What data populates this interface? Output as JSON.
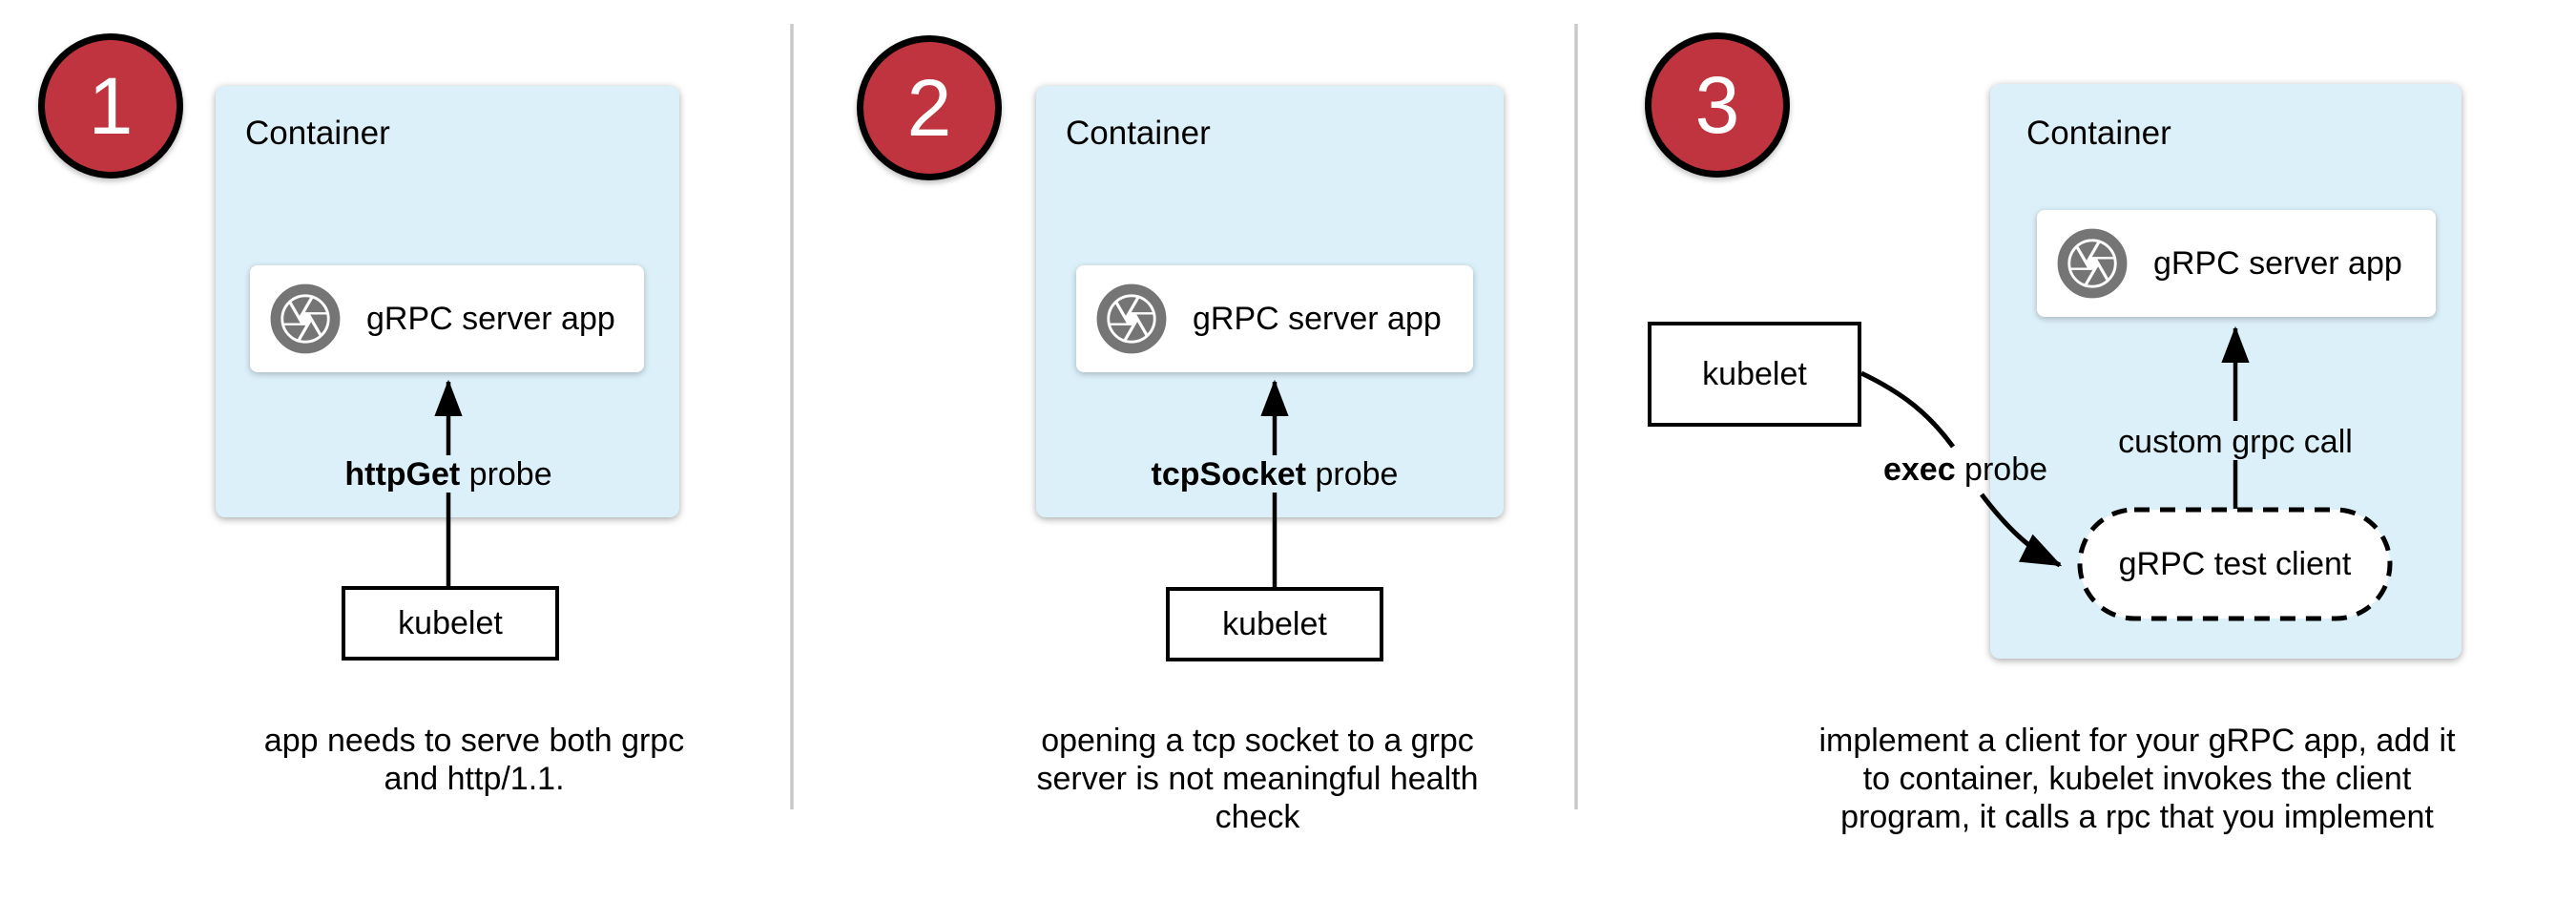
{
  "colors": {
    "container_fill": "#dcf0fa",
    "badge_red": "#c0343f",
    "icon_gray": "#757575",
    "divider_gray": "#c9c9c9"
  },
  "panels": [
    {
      "number": "1",
      "container_label": "Container",
      "app_icon": "aperture-icon",
      "app_label": "gRPC server app",
      "probe_bold": "httpGet",
      "probe_rest": " probe",
      "kubelet_label": "kubelet",
      "caption": "app needs to serve both grpc\nand http/1.1."
    },
    {
      "number": "2",
      "container_label": "Container",
      "app_icon": "aperture-icon",
      "app_label": "gRPC server app",
      "probe_bold": "tcpSocket",
      "probe_rest": " probe",
      "kubelet_label": "kubelet",
      "caption": "opening a tcp socket to a grpc\nserver is not meaningful health\ncheck"
    },
    {
      "number": "3",
      "container_label": "Container",
      "app_icon": "aperture-icon",
      "app_label": "gRPC server app",
      "probe_bold": "exec",
      "probe_rest": " probe",
      "kubelet_label": "kubelet",
      "custom_call_label": "custom grpc call",
      "test_client_label": "gRPC test client",
      "caption": "implement a client for your gRPC app, add it\nto container, kubelet invokes the client\nprogram, it calls a rpc that you implement"
    }
  ]
}
